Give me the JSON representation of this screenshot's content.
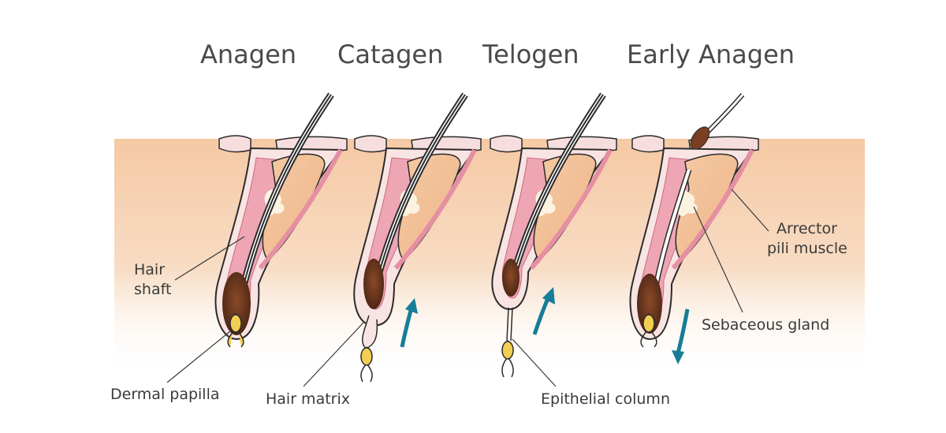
{
  "stages": [
    {
      "title": "Anagen"
    },
    {
      "title": "Catagen"
    },
    {
      "title": "Telogen"
    },
    {
      "title": "Early Anagen"
    }
  ],
  "labels": {
    "hair_shaft": [
      "Hair",
      "shaft"
    ],
    "dermal_papilla": "Dermal papilla",
    "hair_matrix": "Hair matrix",
    "epithelial_column": "Epithelial column",
    "sebaceous_gland": "Sebaceous gland",
    "arrector_pili": [
      "Arrector",
      "pili muscle"
    ]
  },
  "colors": {
    "skin": "#f5c9a4",
    "follicle_sheath": "#f7dede",
    "follicle_pink": "#ec9fb0",
    "gland": "#f2c19a",
    "hair": "#5a2f1c",
    "bulb": "#7a3e22",
    "papilla": "#f2cf52",
    "arrow": "#167d97",
    "outline": "#2b2b2b"
  }
}
